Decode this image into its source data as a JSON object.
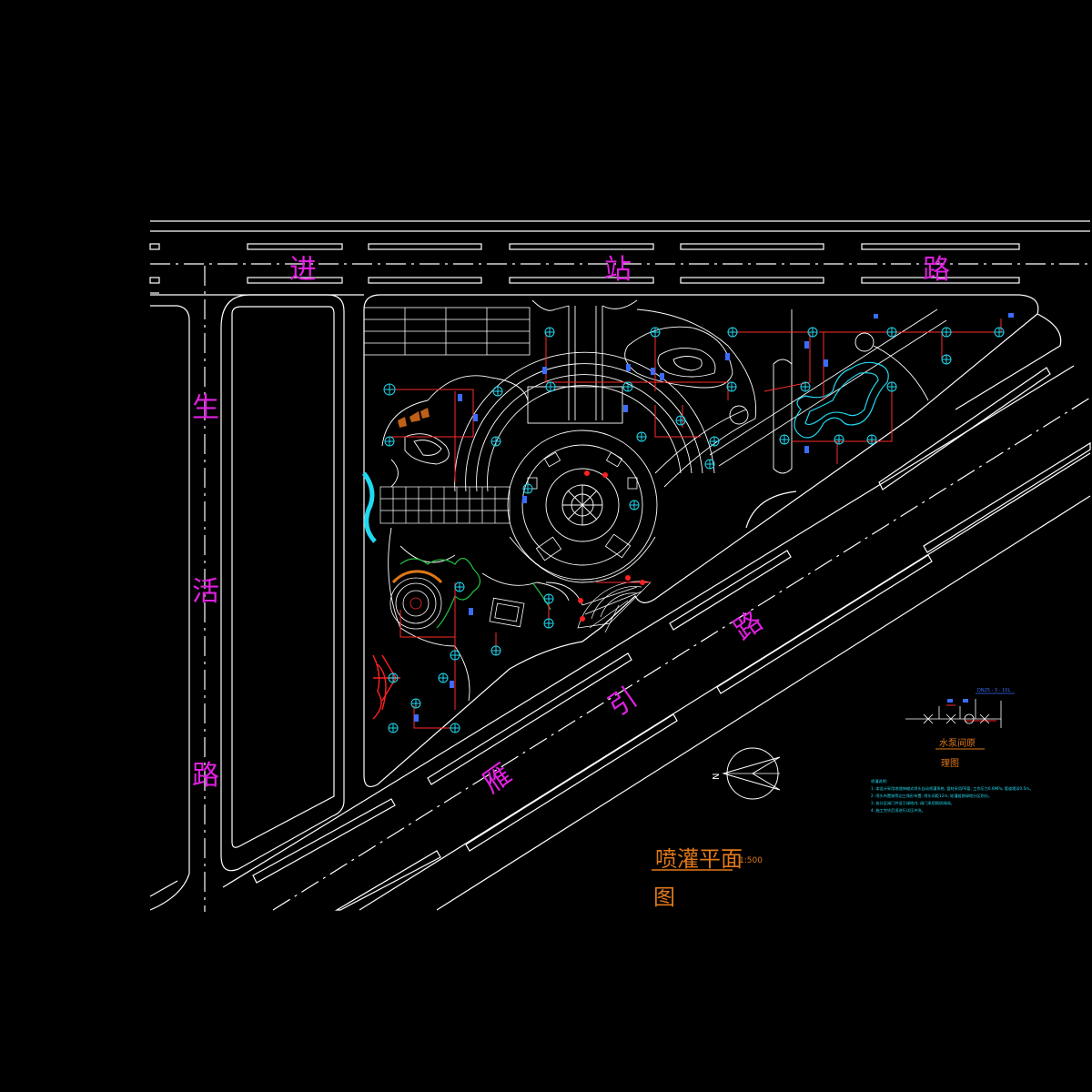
{
  "roads": {
    "top": [
      "进",
      "站",
      "路"
    ],
    "left": [
      "生",
      "活",
      "路"
    ],
    "diagonal": [
      "路",
      "引",
      "雁"
    ]
  },
  "title": {
    "main": "喷灌平面",
    "second_line": "图",
    "scale": "1:500"
  },
  "legend": {
    "title": "水泵间原",
    "subtitle": "理图",
    "tag": "DN25 - 3 - 10L"
  },
  "north_arrow": {
    "label": "N"
  },
  "notes": {
    "heading": "喷灌说明:",
    "lines": [
      "1. 本设计采用地埋伸缩式喷头自动喷灌系统, 管材采用PE管, 工作压力0.6MPa, 管道埋深0.5m。",
      "2. 喷头布置按等边三角形布置, 喷头间距12m, 轮灌组按绿地分区划分。",
      "3. 各分区阀门井设于绿地内, 阀门采用铜质闸阀。",
      "4. 施工完毕后须进行试压冲洗。"
    ]
  },
  "colors": {
    "background": "#000000",
    "linework": "#ffffff",
    "road_label": "#e020e0",
    "pipe": "#ff2a2a",
    "sprinkler": "#20d8f0",
    "tag": "#3a6cff",
    "title": "#e07818",
    "planting_green": "#22c040",
    "pavilion_red": "#ff2020"
  }
}
